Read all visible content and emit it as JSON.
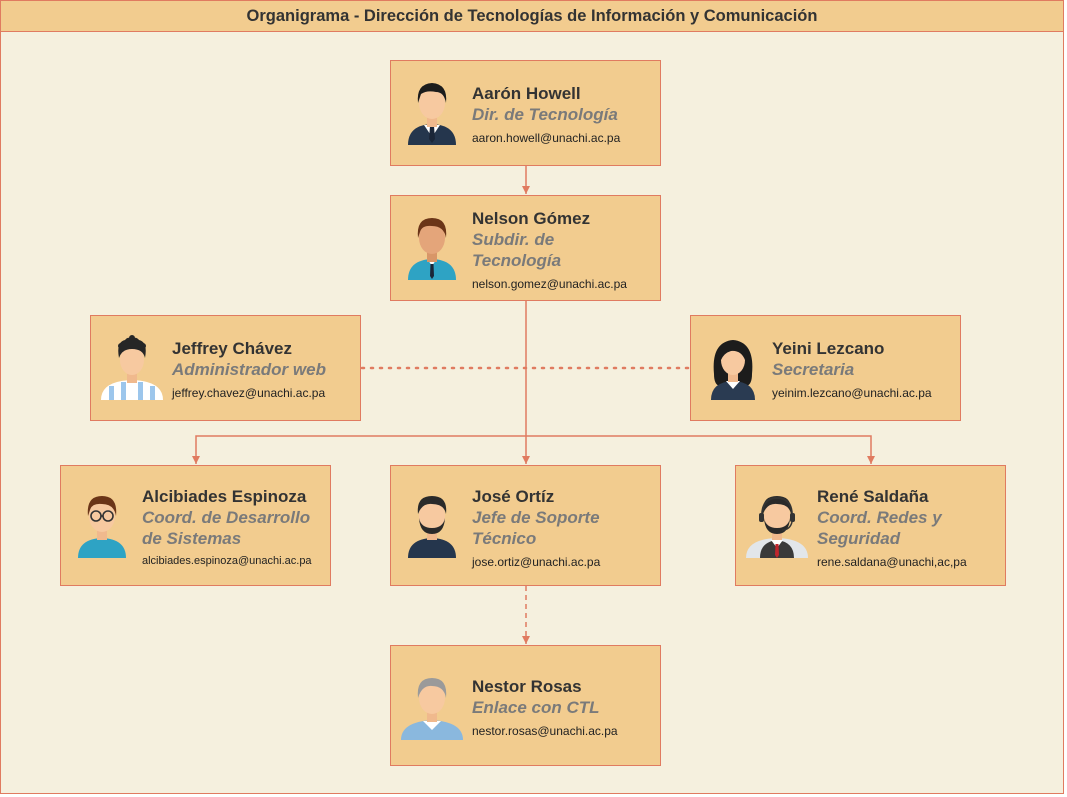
{
  "title": "Organigrama - Dirección de Tecnologías de Información y Comunicación",
  "colors": {
    "card_fill": "#F2CC8F",
    "border": "#E07B60",
    "background": "#F5F0DE",
    "text": "#333333",
    "role_text": "#7a7a7a"
  },
  "people": {
    "aaron": {
      "name": "Aarón Howell",
      "role": "Dir. de Tecnología",
      "email": "aaron.howell@unachi.ac.pa",
      "icon": "businessman-avatar-icon"
    },
    "nelson": {
      "name": "Nelson Gómez",
      "role": "Subdir. de Tecnología",
      "email": "nelson.gomez@unachi.ac.pa",
      "icon": "man-avatar-icon"
    },
    "jeffrey": {
      "name": "Jeffrey Chávez",
      "role": "Administrador web",
      "email": "jeffrey.chavez@unachi.ac.pa",
      "icon": "curly-hair-man-avatar-icon"
    },
    "yeini": {
      "name": "Yeini Lezcano",
      "role": "Secretaria",
      "email": "yeinim.lezcano@unachi.ac.pa",
      "icon": "woman-avatar-icon"
    },
    "alcibiades": {
      "name": "Alcibiades Espinoza",
      "role": "Coord. de Desarrollo de Sistemas",
      "email": "alcibiades.espinoza@unachi.ac.pa",
      "icon": "glasses-man-avatar-icon"
    },
    "jose": {
      "name": "José Ortíz",
      "role": "Jefe de Soporte Técnico",
      "email": "jose.ortiz@unachi.ac.pa",
      "icon": "bearded-man-avatar-icon"
    },
    "rene": {
      "name": "René Saldaña",
      "role": "Coord. Redes y Seguridad",
      "email": "rene.saldana@unachi,ac,pa",
      "icon": "headset-man-avatar-icon"
    },
    "nestor": {
      "name": "Nestor Rosas",
      "role": "Enlace con CTL",
      "email": "nestor.rosas@unachi.ac.pa",
      "icon": "gray-hair-man-avatar-icon"
    }
  }
}
